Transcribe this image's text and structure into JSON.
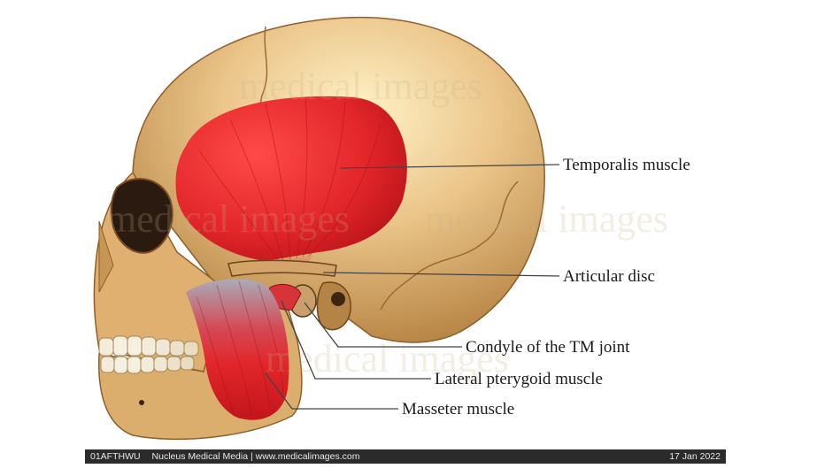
{
  "labels": {
    "temporalis": "Temporalis muscle",
    "articular_disc": "Articular disc",
    "condyle": "Condyle of the TM joint",
    "lateral_pterygoid": "Lateral pterygoid muscle",
    "masseter": "Masseter muscle"
  },
  "watermark": {
    "line1": "medical images",
    "line2": "medical images",
    "line3": "medical images",
    "line4": "medical images"
  },
  "footer": {
    "image_id": "01AFTHWU",
    "credit": "Nucleus Medical Media | www.medicalimages.com",
    "date": "17 Jan 2022"
  },
  "colors": {
    "bone": "#e3b77a",
    "bone_shadow": "#b98748",
    "muscle": "#e2262a",
    "tendon": "#b8b8c0",
    "leader": "#444444"
  }
}
